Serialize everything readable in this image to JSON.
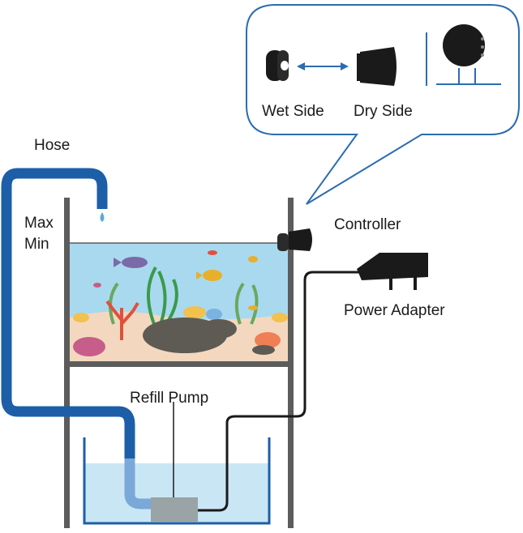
{
  "labels": {
    "hose": "Hose",
    "max": "Max",
    "min": "Min",
    "controller": "Controller",
    "power_adapter": "Power Adapter",
    "refill_pump": "Refill Pump",
    "wet_side": "Wet Side",
    "dry_side": "Dry Side"
  },
  "colors": {
    "hose": "#1d5ea8",
    "hose_submerged": "#7aa8d8",
    "frame": "#5c5c5c",
    "tank_water": "#a9d9ef",
    "reservoir_water": "#c9e6f4",
    "reservoir_outline": "#1d5ea8",
    "pump": "#9aa3a6",
    "cable": "#1a1a1a",
    "callout_border": "#2a6db0",
    "arrow": "#2a6db0",
    "water_drop": "#5aa9e0"
  },
  "icons": [
    "water-drop-icon",
    "fish-icon",
    "coral-icon",
    "plant-icon",
    "rock-icon",
    "double-arrow-icon"
  ]
}
